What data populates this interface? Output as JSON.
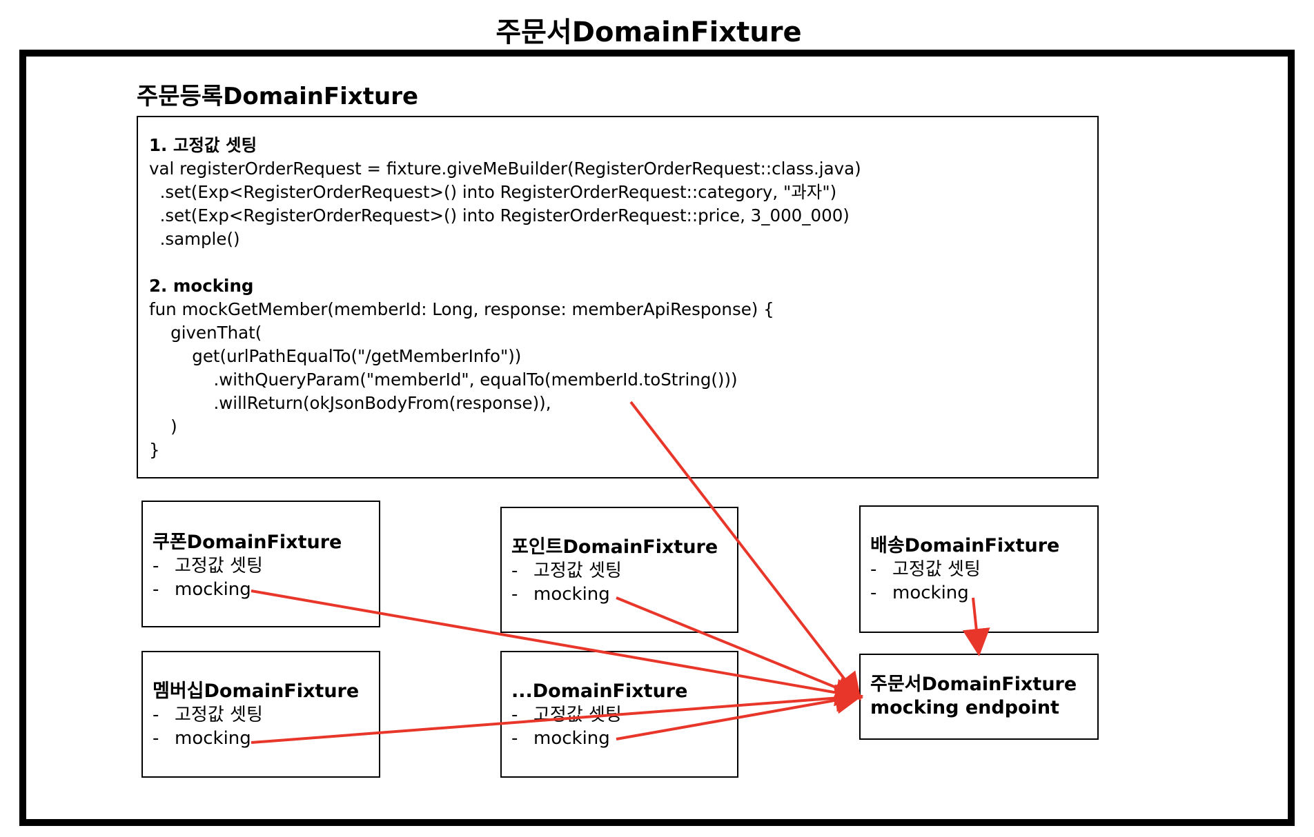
{
  "title": "주문서DomainFixture",
  "section_title": "주문등록DomainFixture",
  "code": {
    "lines": [
      "1. 고정값 셋팅",
      "val registerOrderRequest = fixture.giveMeBuilder(RegisterOrderRequest::class.java)",
      "  .set(Exp<RegisterOrderRequest>() into RegisterOrderRequest::category, \"과자\")",
      "  .set(Exp<RegisterOrderRequest>() into RegisterOrderRequest::price, 3_000_000)",
      "  .sample()",
      "",
      "2. mocking",
      "fun mockGetMember(memberId: Long, response: memberApiResponse) {",
      "    givenThat(",
      "        get(urlPathEqualTo(\"/getMemberInfo\"))",
      "            .withQueryParam(\"memberId\", equalTo(memberId.toString()))",
      "            .willReturn(okJsonBodyFrom(response)),",
      "    )",
      "}"
    ]
  },
  "fixtures": {
    "coupon": {
      "title": "쿠폰DomainFixture",
      "items": [
        "고정값 셋팅",
        "mocking"
      ]
    },
    "point": {
      "title": "포인트DomainFixture",
      "items": [
        "고정값 셋팅",
        "mocking"
      ]
    },
    "delivery": {
      "title": "배송DomainFixture",
      "items": [
        "고정값 셋팅",
        "mocking"
      ]
    },
    "membership": {
      "title": "멤버십DomainFixture",
      "items": [
        "고정값 셋팅",
        "mocking"
      ]
    },
    "etc": {
      "title": "...DomainFixture",
      "items": [
        "고정값 셋팅",
        "mocking"
      ]
    }
  },
  "list_marker": "-",
  "endpoint": {
    "title": "주문서DomainFixture",
    "subtitle": "mocking endpoint"
  },
  "colors": {
    "arrow": "#e8372a",
    "border": "#000000"
  }
}
